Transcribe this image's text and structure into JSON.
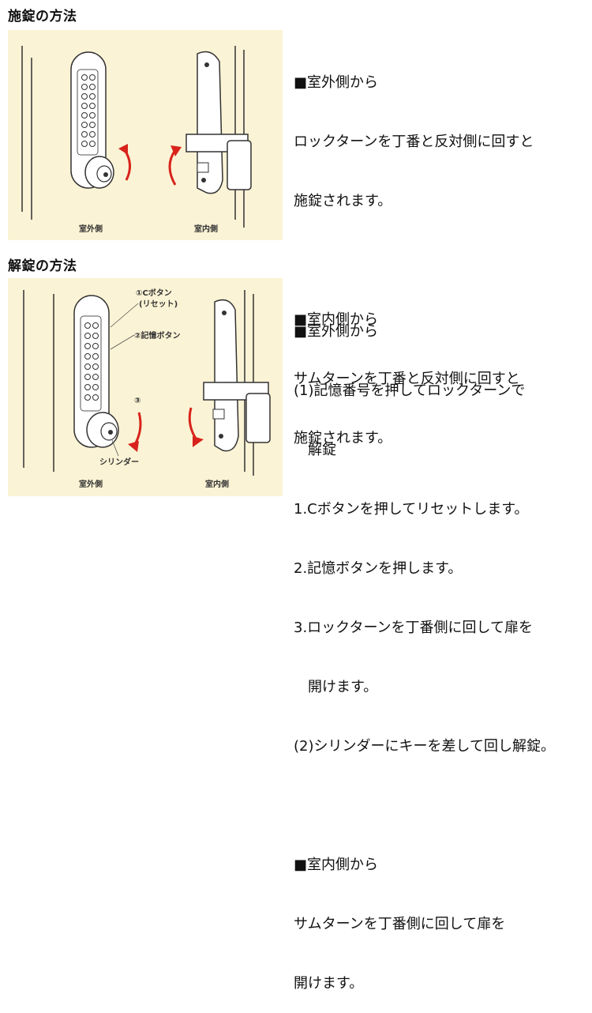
{
  "lock": {
    "heading": "施錠の方法",
    "outside_label": "室外側",
    "inside_label": "室内側",
    "outside_title": "■室外側から",
    "outside_line1": "ロックターンを丁番と反対側に回すと",
    "outside_line2": "施錠されます。",
    "inside_title": "■室内側から",
    "inside_line1": "サムターンを丁番と反対側に回すと",
    "inside_line2": "施錠されます。"
  },
  "unlock": {
    "heading": "解錠の方法",
    "outside_label": "室外側",
    "inside_label": "室内側",
    "callout_c_button": "①Cボタン",
    "callout_reset": "(リセット)",
    "callout_memory_button": "②記憶ボタン",
    "callout_three": "③",
    "callout_cylinder": "シリンダー",
    "outside_title": "■室外側から",
    "step_a_line1": "(1)記憶番号を押してロックターンで",
    "step_a_line2": "　解錠",
    "step_1": "1.Cボタンを押してリセットします。",
    "step_2": "2.記憶ボタンを押します。",
    "step_3_line1": "3.ロックターンを丁番側に回して扉を",
    "step_3_line2": "　開けます。",
    "step_b": "(2)シリンダーにキーを差して回し解錠。",
    "inside_title": "■室内側から",
    "inside_line1": "サムターンを丁番側に回して扉を",
    "inside_line2": "開けます。"
  },
  "colors": {
    "panel_bg": "#fbf3d5",
    "arrow": "#d8231c"
  }
}
